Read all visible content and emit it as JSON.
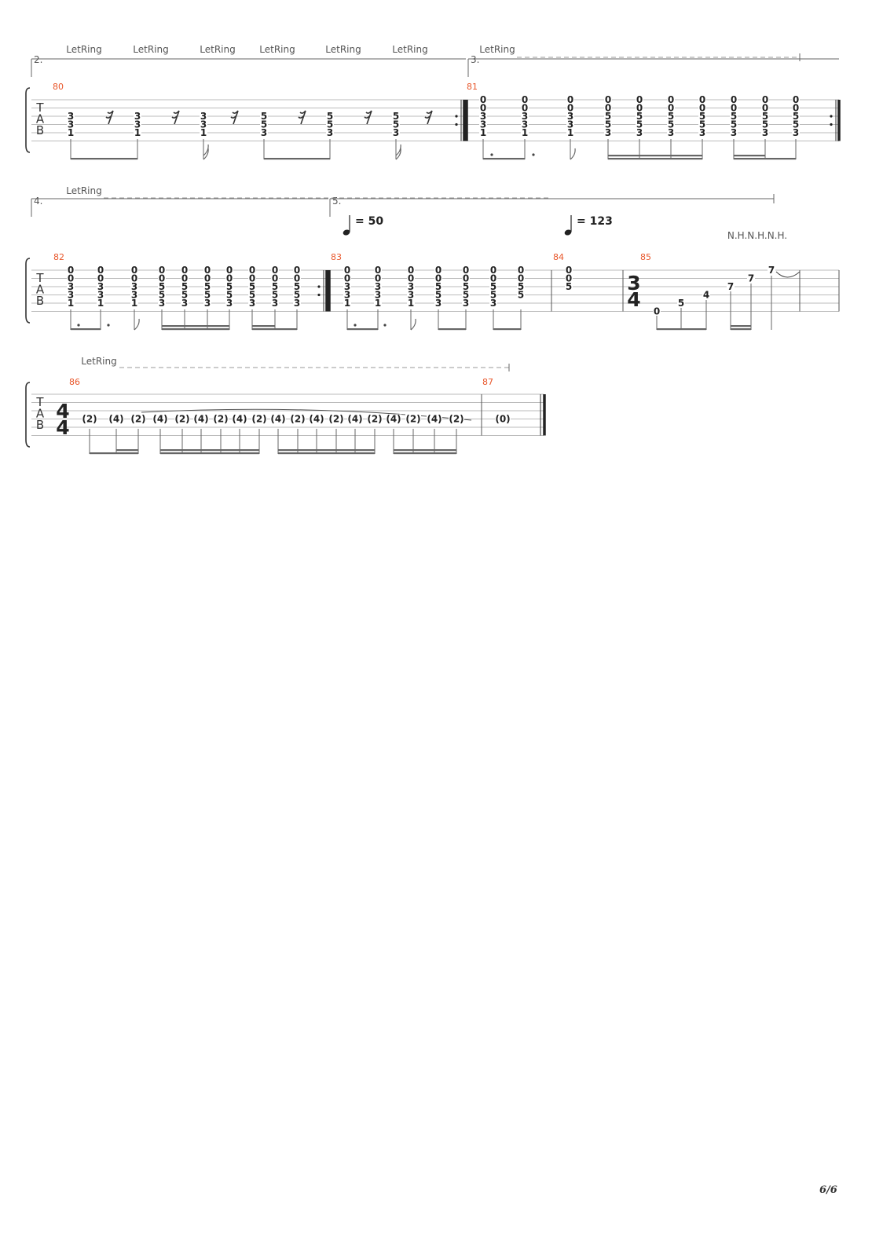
{
  "page_number": "6/6",
  "tab_clef": [
    "T",
    "A",
    "B"
  ],
  "systems": [
    {
      "volta_labels": [
        "2.",
        "3."
      ],
      "let_ring_labels": [
        "LetRing",
        "LetRing",
        "LetRing",
        "LetRing",
        "LetRing",
        "LetRing",
        "LetRing"
      ],
      "measure_numbers": [
        "80",
        "81"
      ]
    },
    {
      "volta_labels": [
        "4.",
        "5."
      ],
      "let_ring_labels": [
        "LetRing"
      ],
      "tempo_markings": [
        "= 50",
        "= 123"
      ],
      "harmonic_marking": "N.H.N.H.N.H.",
      "time_signature": {
        "top": "3",
        "bottom": "4"
      },
      "measure_numbers": [
        "82",
        "83",
        "84",
        "85"
      ]
    },
    {
      "let_ring_labels": [
        "LetRing"
      ],
      "time_signature": {
        "top": "4",
        "bottom": "4"
      },
      "measure_numbers": [
        "86",
        "87"
      ]
    }
  ],
  "measures": {
    "80": [
      [
        "3",
        "3",
        "1"
      ],
      [
        "3",
        "3",
        "1"
      ],
      [
        "3",
        "3",
        "1"
      ],
      [
        "5",
        "5",
        "3"
      ],
      [
        "5",
        "5",
        "3"
      ],
      [
        "5",
        "5",
        "3"
      ]
    ],
    "81": [
      [
        "0",
        "0",
        "3",
        "3",
        "1"
      ],
      [
        "0",
        "0",
        "3",
        "3",
        "1"
      ],
      [
        "0",
        "0",
        "3",
        "3",
        "1"
      ],
      [
        "0",
        "0",
        "5",
        "5",
        "3"
      ],
      [
        "0",
        "0",
        "5",
        "5",
        "3"
      ],
      [
        "0",
        "0",
        "5",
        "5",
        "3"
      ],
      [
        "0",
        "0",
        "5",
        "5",
        "3"
      ],
      [
        "0",
        "0",
        "5",
        "5",
        "3"
      ],
      [
        "0",
        "0",
        "5",
        "5",
        "3"
      ],
      [
        "0",
        "0",
        "5",
        "5",
        "3"
      ]
    ],
    "82": [
      [
        "0",
        "0",
        "3",
        "3",
        "1"
      ],
      [
        "0",
        "0",
        "3",
        "3",
        "1"
      ],
      [
        "0",
        "0",
        "3",
        "3",
        "1"
      ],
      [
        "0",
        "0",
        "5",
        "5",
        "3"
      ],
      [
        "0",
        "0",
        "5",
        "5",
        "3"
      ],
      [
        "0",
        "0",
        "5",
        "5",
        "3"
      ],
      [
        "0",
        "0",
        "5",
        "5",
        "3"
      ],
      [
        "0",
        "0",
        "5",
        "5",
        "3"
      ],
      [
        "0",
        "0",
        "5",
        "5",
        "3"
      ],
      [
        "0",
        "0",
        "5",
        "5",
        "3"
      ]
    ],
    "83": [
      [
        "0",
        "0",
        "3",
        "3",
        "1"
      ],
      [
        "0",
        "0",
        "3",
        "3",
        "1"
      ],
      [
        "0",
        "0",
        "3",
        "3",
        "1"
      ],
      [
        "0",
        "0",
        "5",
        "5",
        "3"
      ],
      [
        "0",
        "0",
        "5",
        "5",
        "3"
      ],
      [
        "0",
        "0",
        "5",
        "5",
        "3"
      ],
      [
        "0",
        "0",
        "5",
        "5"
      ]
    ],
    "84": [
      [
        "0",
        "0",
        "5"
      ]
    ],
    "85": [
      "0",
      "5",
      "4",
      "7",
      "7",
      "7"
    ],
    "86": [
      "(2)",
      "(4)",
      "(2)",
      "(4)",
      "(2)",
      "(4)",
      "(2)",
      "(4)",
      "(2)",
      "(4)",
      "(2)",
      "(4)",
      "(2)",
      "(4)",
      "(2)",
      "(4)",
      "(2)",
      "(4)",
      "(2)"
    ],
    "87": [
      "(0)"
    ]
  }
}
